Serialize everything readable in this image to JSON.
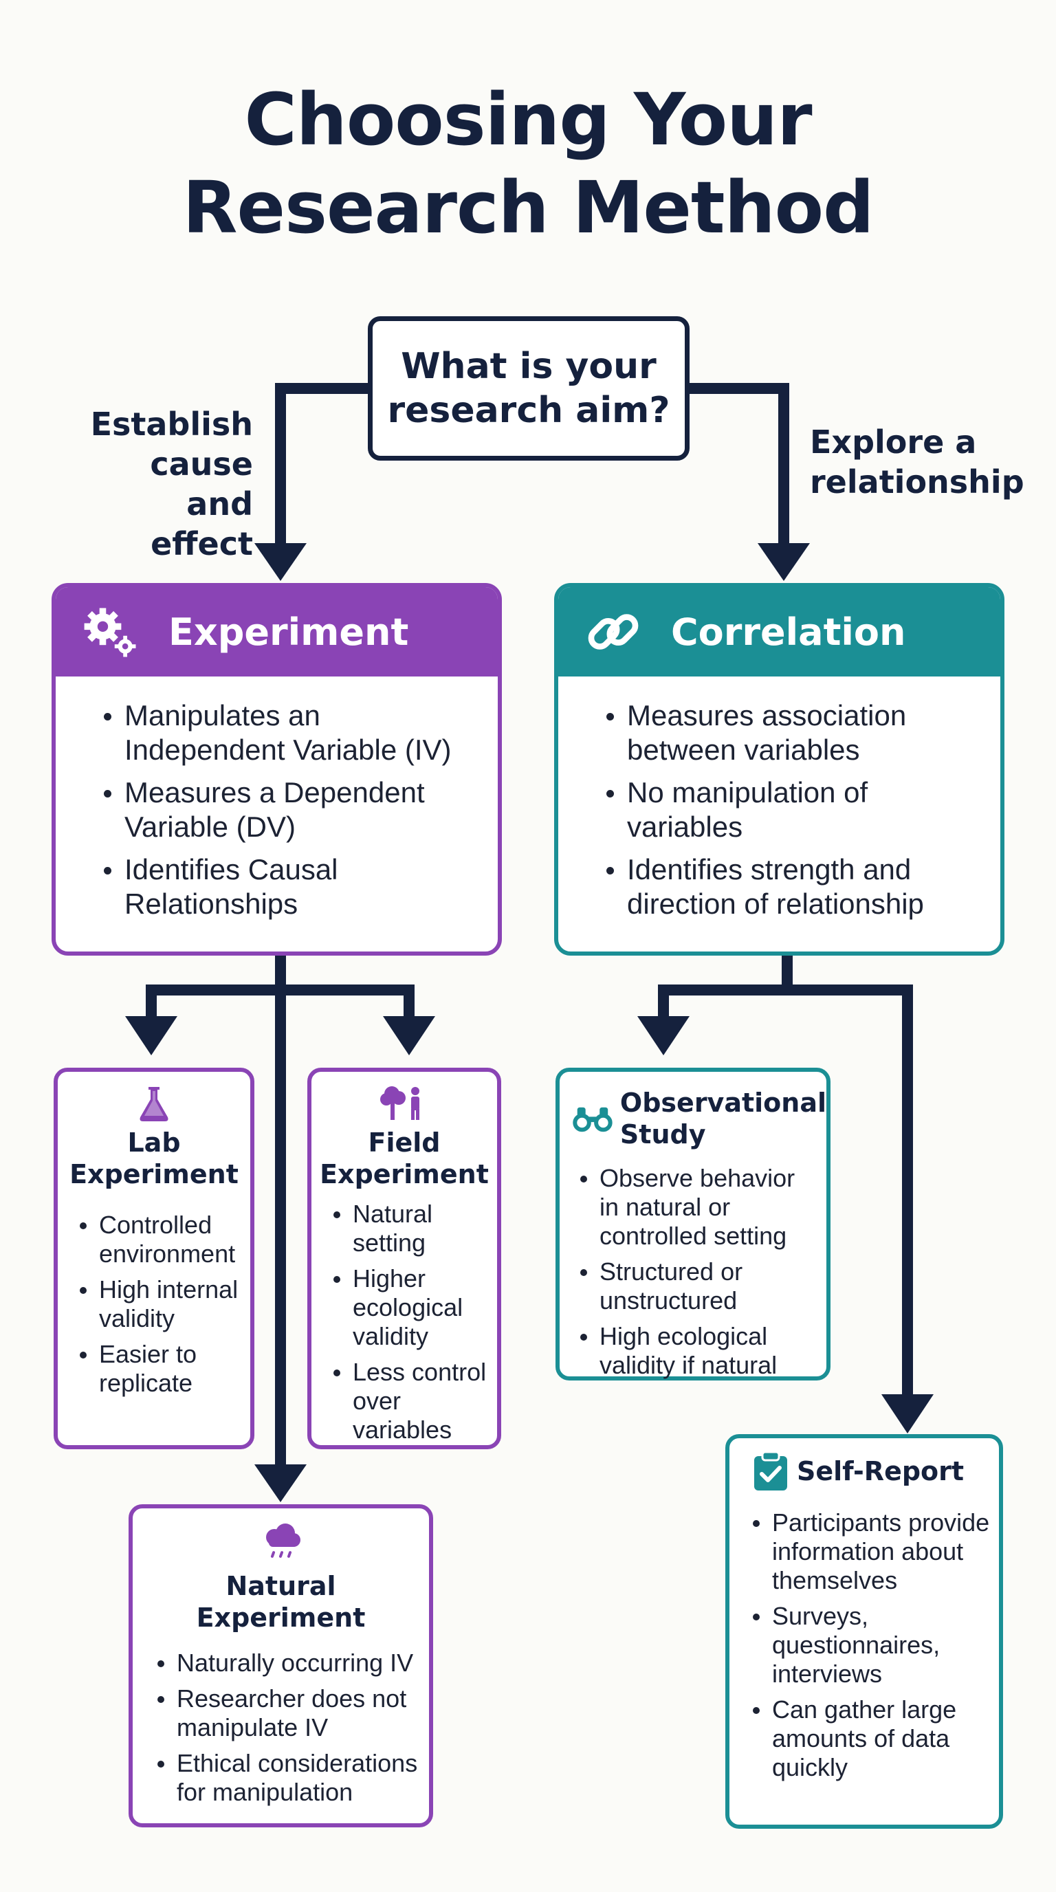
{
  "title": {
    "line1": "Choosing Your",
    "line2": "Research Method"
  },
  "question": {
    "line1": "What is your",
    "line2": "research aim?"
  },
  "branches": {
    "left": {
      "line1": "Establish",
      "line2": "cause and",
      "line3": "effect"
    },
    "right": {
      "line1": "Explore a",
      "line2": "relationship"
    }
  },
  "experiment": {
    "title": "Experiment",
    "icon": "gears-icon",
    "color": "#8a44b5",
    "bullets": [
      "Manipulates an Independent Variable (IV)",
      "Measures a Dependent Variable (DV)",
      "Identifies Causal Relationships"
    ]
  },
  "correlation": {
    "title": "Correlation",
    "icon": "link-icon",
    "color": "#1b8f95",
    "bullets": [
      "Measures association between variables",
      "No manipulation of variables",
      "Identifies strength and direction of relationship"
    ]
  },
  "lab": {
    "title_line1": "Lab",
    "title_line2": "Experiment",
    "icon": "flask-icon",
    "bullets": [
      "Controlled environment",
      "High internal validity",
      "Easier to replicate"
    ]
  },
  "field": {
    "title_line1": "Field",
    "title_line2": "Experiment",
    "icon": "tree-person-icon",
    "bullets": [
      "Natural setting",
      "Higher ecological validity",
      "Less control over variables"
    ]
  },
  "natural": {
    "title_line1": "Natural",
    "title_line2": "Experiment",
    "icon": "rain-cloud-icon",
    "bullets": [
      "Naturally occurring IV",
      "Researcher does not manipulate IV",
      "Ethical considerations for manipulation"
    ]
  },
  "observational": {
    "title_line1": "Observational",
    "title_line2": "Study",
    "icon": "binoculars-icon",
    "bullets": [
      "Observe behavior in natural or controlled setting",
      "Structured or unstructured",
      "High ecological validity if natural"
    ]
  },
  "selfreport": {
    "title": "Self-Report",
    "icon": "clipboard-check-icon",
    "bullets": [
      "Participants provide information about themselves",
      "Surveys, questionnaires, interviews",
      "Can gather large amounts of data quickly"
    ]
  }
}
